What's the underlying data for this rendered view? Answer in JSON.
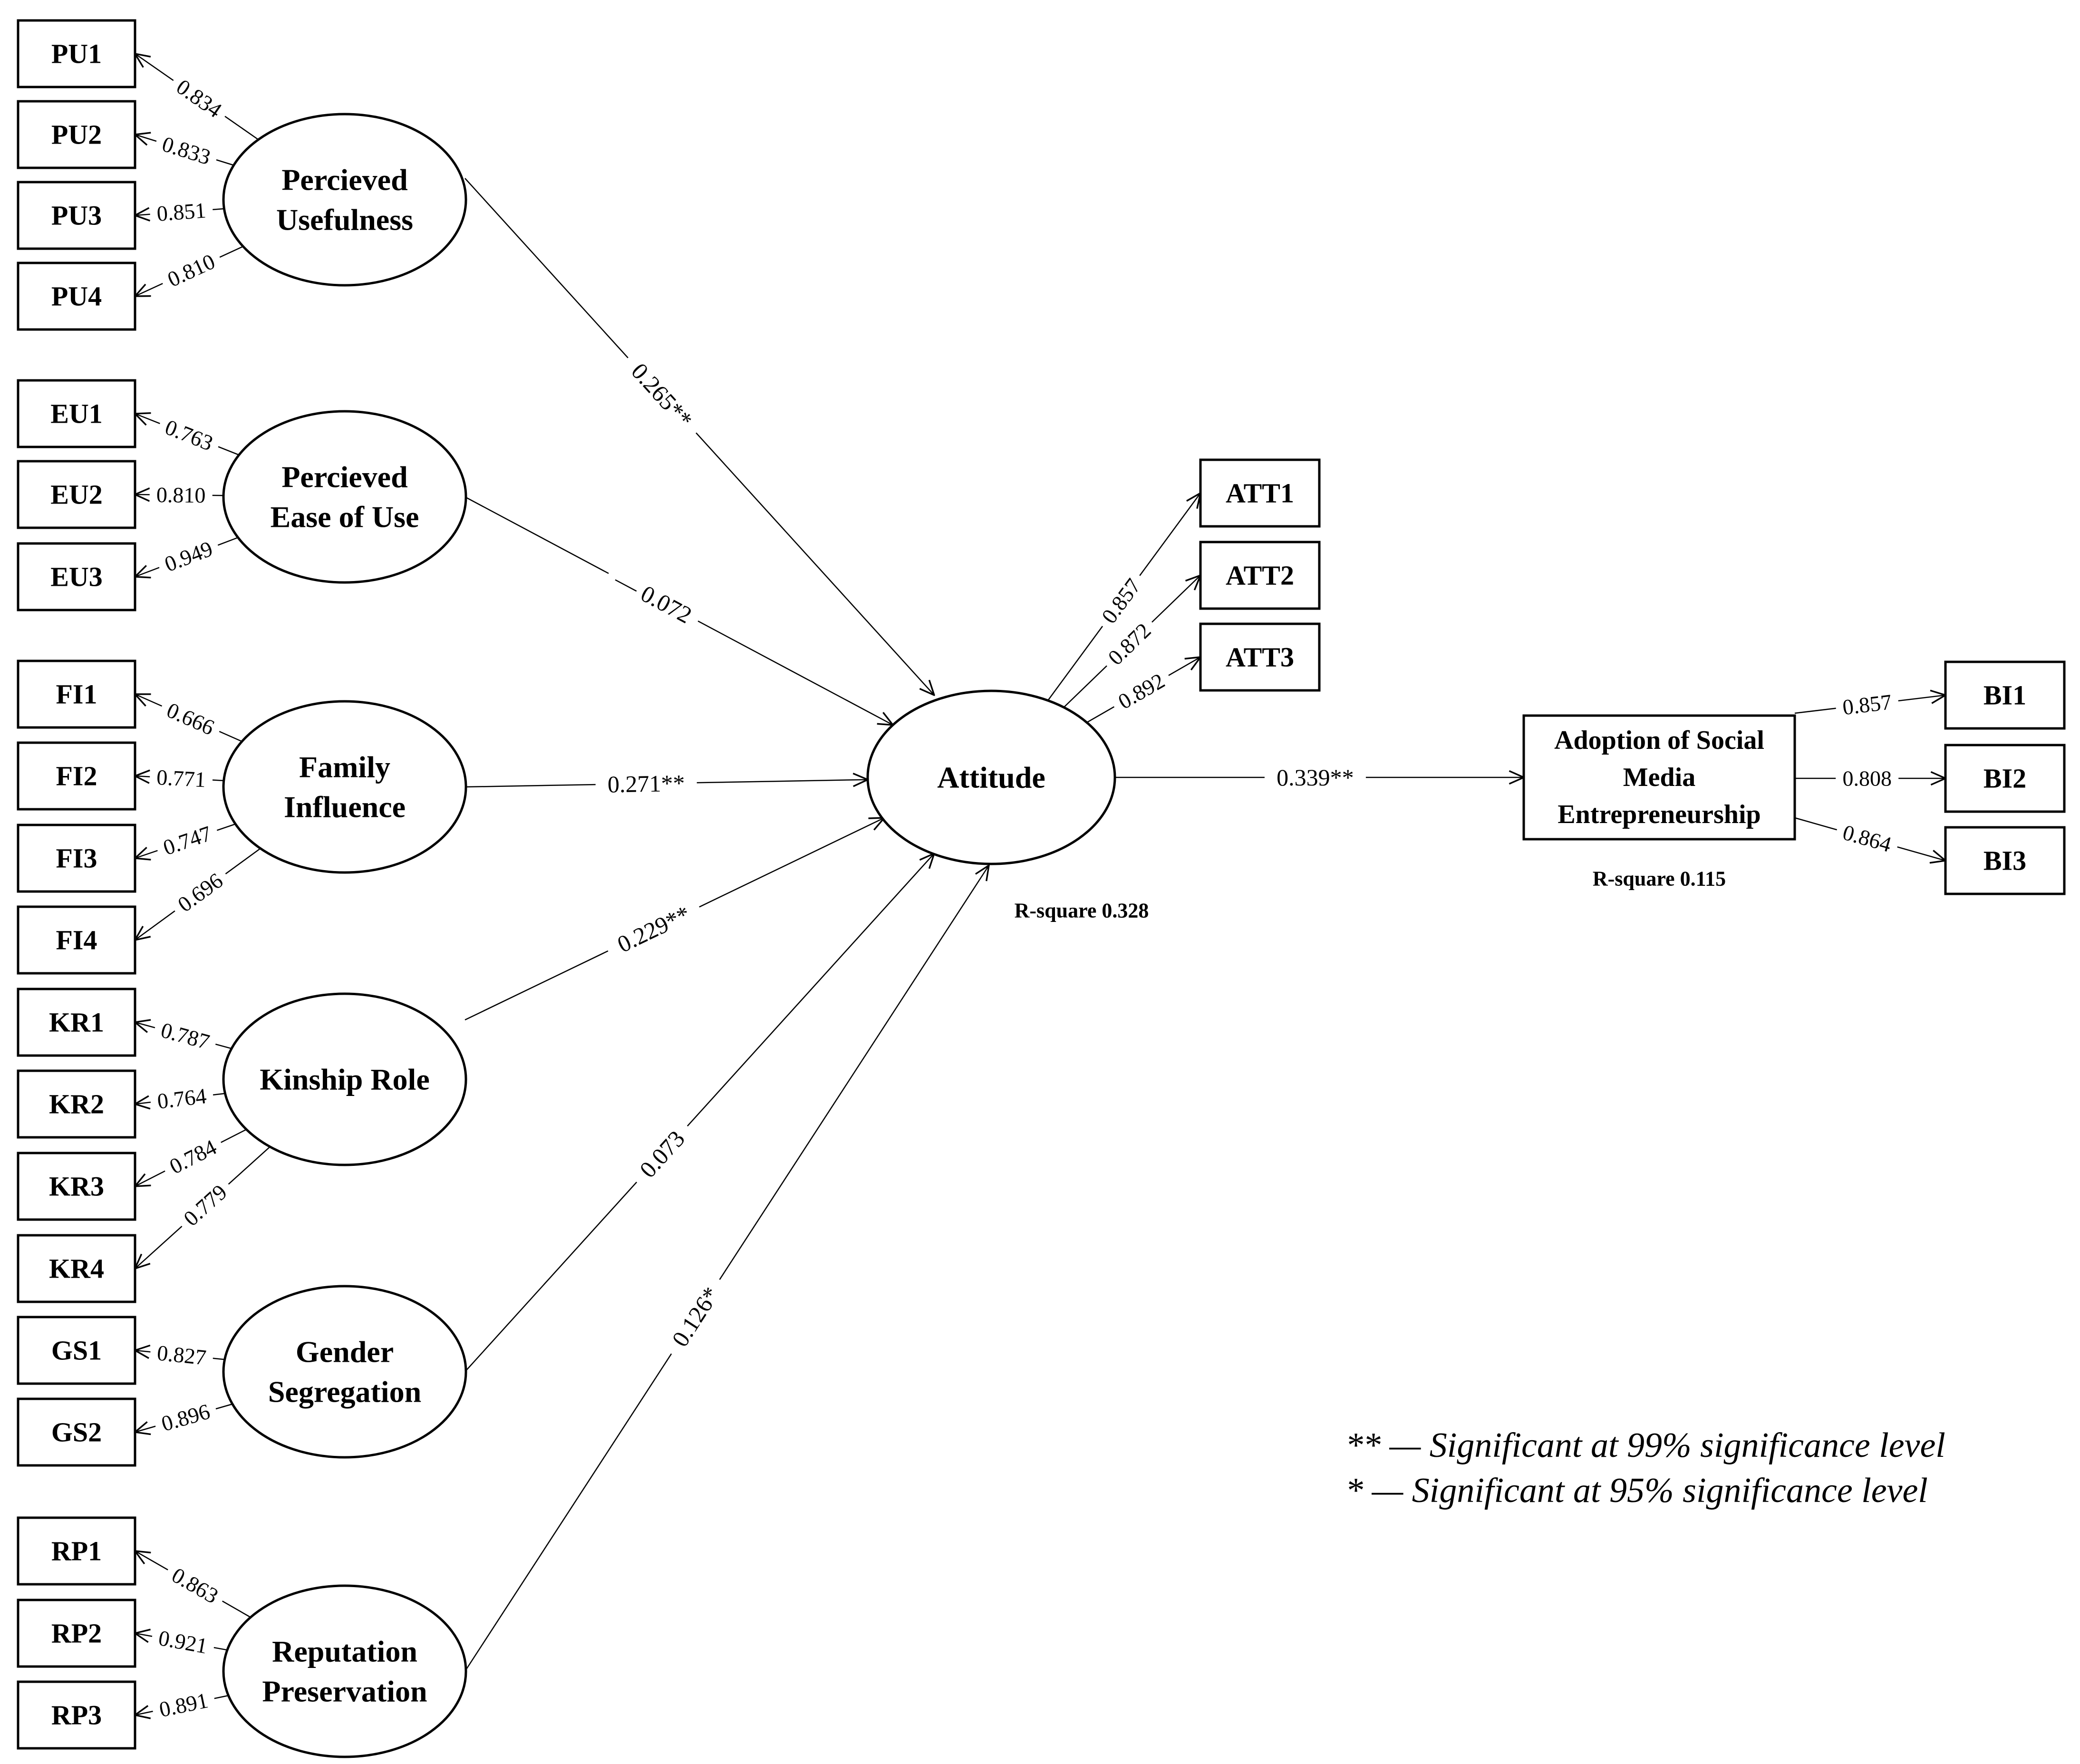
{
  "constructs": [
    {
      "id": "pu",
      "lines": [
        "Percieved",
        "Usefulness"
      ]
    },
    {
      "id": "eu",
      "lines": [
        "Percieved",
        "Ease of Use"
      ]
    },
    {
      "id": "fi",
      "lines": [
        "Family",
        "Influence"
      ]
    },
    {
      "id": "kr",
      "lines": [
        "Kinship Role"
      ]
    },
    {
      "id": "gs",
      "lines": [
        "Gender",
        "Segregation"
      ]
    },
    {
      "id": "rp",
      "lines": [
        "Reputation",
        "Preservation"
      ]
    },
    {
      "id": "att",
      "lines": [
        "Attitude"
      ]
    },
    {
      "id": "sm",
      "lines": [
        "Adoption of Social",
        "Media",
        "Entrepreneurship"
      ]
    }
  ],
  "indicators": [
    {
      "label": "PU1",
      "construct": "pu",
      "loading": "0.834"
    },
    {
      "label": "PU2",
      "construct": "pu",
      "loading": "0.833"
    },
    {
      "label": "PU3",
      "construct": "pu",
      "loading": "0.851"
    },
    {
      "label": "PU4",
      "construct": "pu",
      "loading": "0.810"
    },
    {
      "label": "EU1",
      "construct": "eu",
      "loading": "0.763"
    },
    {
      "label": "EU2",
      "construct": "eu",
      "loading": "0.810"
    },
    {
      "label": "EU3",
      "construct": "eu",
      "loading": "0.949"
    },
    {
      "label": "FI1",
      "construct": "fi",
      "loading": "0.666"
    },
    {
      "label": "FI2",
      "construct": "fi",
      "loading": "0.771"
    },
    {
      "label": "FI3",
      "construct": "fi",
      "loading": "0.747"
    },
    {
      "label": "FI4",
      "construct": "fi",
      "loading": "0.696"
    },
    {
      "label": "KR1",
      "construct": "kr",
      "loading": "0.787"
    },
    {
      "label": "KR2",
      "construct": "kr",
      "loading": "0.764"
    },
    {
      "label": "KR3",
      "construct": "kr",
      "loading": "0.784"
    },
    {
      "label": "KR4",
      "construct": "kr",
      "loading": "0.779"
    },
    {
      "label": "GS1",
      "construct": "gs",
      "loading": "0.827"
    },
    {
      "label": "GS2",
      "construct": "gs",
      "loading": "0.896"
    },
    {
      "label": "RP1",
      "construct": "rp",
      "loading": "0.863"
    },
    {
      "label": "RP2",
      "construct": "rp",
      "loading": "0.921"
    },
    {
      "label": "RP3",
      "construct": "rp",
      "loading": "0.891"
    },
    {
      "label": "ATT1",
      "construct": "att",
      "loading": "0.857"
    },
    {
      "label": "ATT2",
      "construct": "att",
      "loading": "0.872"
    },
    {
      "label": "ATT3",
      "construct": "att",
      "loading": "0.892"
    },
    {
      "label": "BI1",
      "construct": "sm",
      "loading": "0.857"
    },
    {
      "label": "BI2",
      "construct": "sm",
      "loading": "0.808"
    },
    {
      "label": "BI3",
      "construct": "sm",
      "loading": "0.864"
    }
  ],
  "paths": [
    {
      "from": "pu",
      "to": "att",
      "coefficient": "0.265**"
    },
    {
      "from": "eu",
      "to": "att",
      "coefficient": "— 0.072"
    },
    {
      "from": "fi",
      "to": "att",
      "coefficient": "0.271**"
    },
    {
      "from": "kr",
      "to": "att",
      "coefficient": "0.229**"
    },
    {
      "from": "gs",
      "to": "att",
      "coefficient": "0.073"
    },
    {
      "from": "rp",
      "to": "att",
      "coefficient": "0.126*"
    },
    {
      "from": "att",
      "to": "sm",
      "coefficient": "0.339**"
    }
  ],
  "r_square": [
    {
      "construct": "att",
      "text": "R-square 0.328"
    },
    {
      "construct": "sm",
      "text": "R-square 0.115"
    }
  ],
  "legend": [
    "** — Significant at 99% significance level",
    "* — Significant at 95% significance level"
  ]
}
